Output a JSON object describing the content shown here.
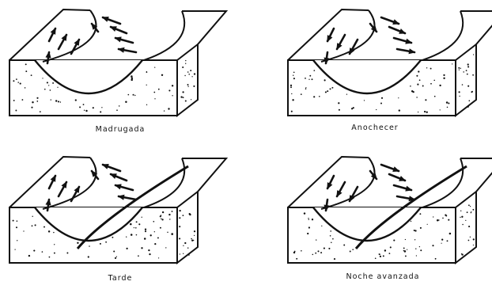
{
  "panels": [
    {
      "caption": "Madrugada",
      "flow": "inward"
    },
    {
      "caption": "Anochecer",
      "flow": "outward"
    },
    {
      "caption": "Tarde",
      "flow": "inward",
      "convergence_line": true
    },
    {
      "caption": "Noche avanzada",
      "flow": "outward",
      "convergence_line": true
    }
  ],
  "colors": {
    "ink": "#111111",
    "paper": "#ffffff"
  }
}
